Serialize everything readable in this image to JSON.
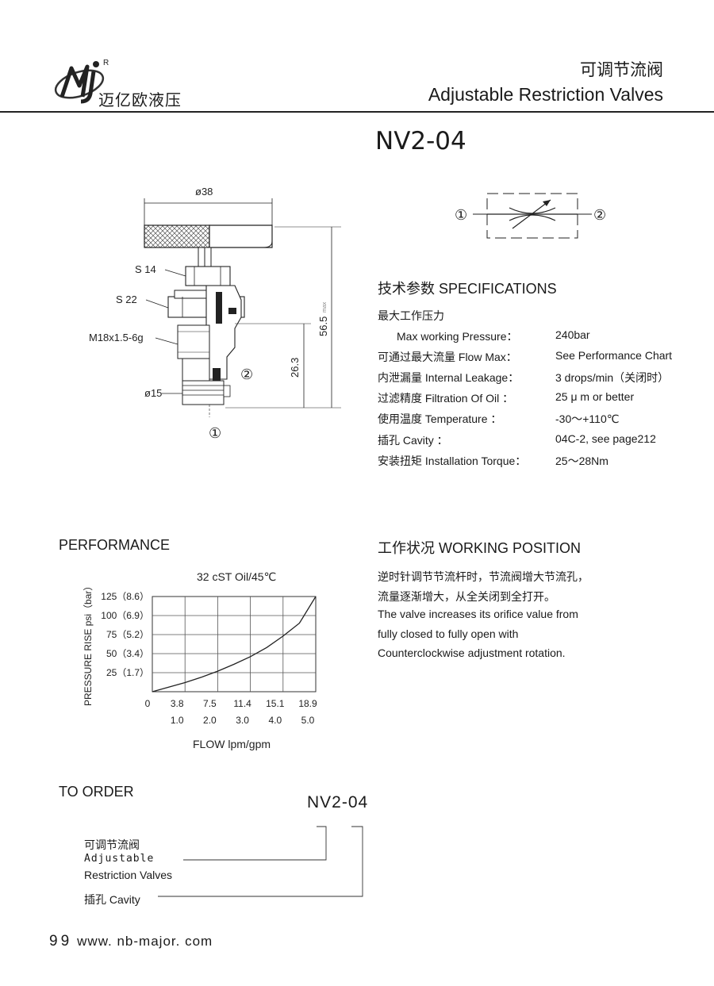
{
  "brand": {
    "registered": "R",
    "name_cn": "迈亿欧液压"
  },
  "header": {
    "title_cn": "可调节流阀",
    "title_en": "Adjustable Restriction Valves"
  },
  "model": "NV2-04",
  "drawing": {
    "dim_diameter_38": "ø38",
    "dim_s14": "S 14",
    "dim_s22": "S 22",
    "dim_thread": "M18x1.5-6g",
    "dim_diameter_15": "ø15",
    "dim_height_total": "56.5",
    "dim_height_max_note": "max",
    "dim_height_cavity": "26.3",
    "port_1": "①",
    "port_2": "②"
  },
  "symbol": {
    "port_1": "①",
    "port_2": "②"
  },
  "specifications": {
    "title": "技术参数 SPECIFICATIONS",
    "group_label": "最大工作压力",
    "rows": [
      {
        "label": "Max working Pressure：",
        "value": "240bar"
      },
      {
        "label": "可通过最大流量 Flow Max：",
        "value": "See Performance Chart"
      },
      {
        "label": "内泄漏量 Internal Leakage：",
        "value": "3 drops/min（关闭时）"
      },
      {
        "label": "过滤精度 Filtration Of Oil ：",
        "value": "25 μ m or better"
      },
      {
        "label": "使用温度 Temperature ：",
        "value": "-30～+110℃"
      },
      {
        "label": "插孔 Cavity ：",
        "value": "04C-2, see page212"
      },
      {
        "label": "安装扭矩 Installation Torque：",
        "value": "25～28Nm"
      }
    ]
  },
  "performance": {
    "title": "PERFORMANCE"
  },
  "chart_data": {
    "type": "line",
    "title": "32 cST Oil/45℃",
    "xlabel": "FLOW lpm/gpm",
    "ylabel": "PRESSURE RISE psi（bar）",
    "x_ticks_lpm": [
      "3.8",
      "7.5",
      "11.4",
      "15.1",
      "18.9"
    ],
    "x_ticks_gpm": [
      "1.0",
      "2.0",
      "3.0",
      "4.0",
      "5.0"
    ],
    "x_origin_label": "0",
    "y_ticks": [
      "25（1.7）",
      "50（3.4）",
      "75（5.2）",
      "100（6.9）",
      "125（8.6）"
    ],
    "xlim": [
      0,
      5.0
    ],
    "ylim": [
      0,
      125
    ],
    "grid": true,
    "series": [
      {
        "x": [
          0,
          0.5,
          1.0,
          1.5,
          2.0,
          2.5,
          3.0,
          3.5,
          4.0,
          4.5,
          5.0
        ],
        "values": [
          0,
          6,
          12,
          19,
          27,
          36,
          46,
          58,
          73,
          90,
          125
        ]
      }
    ]
  },
  "working_position": {
    "title": "工作状况 WORKING POSITION",
    "lines": [
      "逆时针调节节流杆时，节流阀增大节流孔，",
      "流量逐渐增大，从全关闭到全打开。",
      "The valve increases its orifice value from",
      "fully closed to fully open with",
      "Counterclockwise adjustment rotation."
    ]
  },
  "order": {
    "title": "TO ORDER",
    "model": "NV2-04",
    "label_type_cn": "可调节流阀",
    "label_type_en1": "Adjustable",
    "label_type_en2": "Restriction Valves",
    "label_cavity": "插孔 Cavity"
  },
  "footer": {
    "page": "99",
    "url": "www. nb-major. com"
  }
}
